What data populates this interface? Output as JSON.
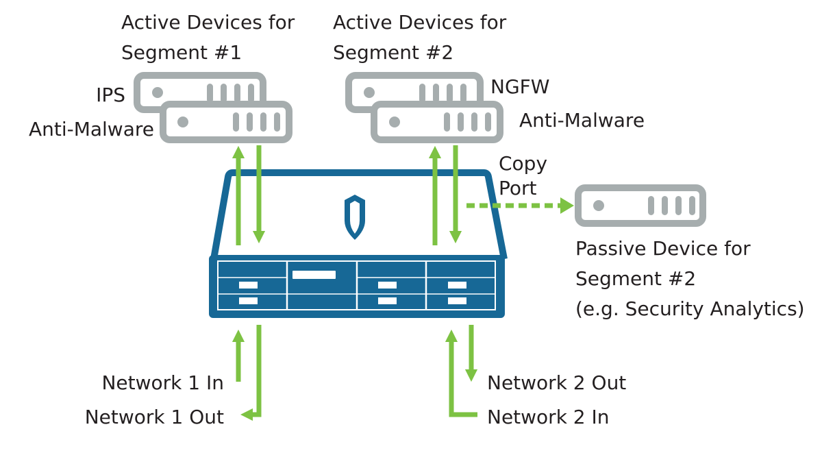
{
  "colors": {
    "appliance": "#176896",
    "device": "#a6adae",
    "arrow": "#7dc243",
    "text": "#231f20",
    "background": "#ffffff"
  },
  "segments": {
    "segment1": {
      "title_line1": "Active Devices for",
      "title_line2": "Segment #1",
      "devices": [
        {
          "label": "IPS",
          "icon": "server-icon"
        },
        {
          "label": "Anti-Malware",
          "icon": "server-icon"
        }
      ]
    },
    "segment2": {
      "title_line1": "Active Devices for",
      "title_line2": "Segment #2",
      "devices": [
        {
          "label": "NGFW",
          "icon": "server-icon"
        },
        {
          "label": "Anti-Malware",
          "icon": "server-icon"
        }
      ]
    }
  },
  "copy_port": {
    "line1": "Copy",
    "line2": "Port"
  },
  "passive_device": {
    "line1": "Passive Device for",
    "line2": "Segment #2",
    "line3": "(e.g. Security Analytics)",
    "icon": "server-icon"
  },
  "appliance": {
    "icon": "shield-icon"
  },
  "networks": {
    "n1_in": "Network 1 In",
    "n1_out": "Network 1 Out",
    "n2_out": "Network 2 Out",
    "n2_in": "Network 2 In"
  }
}
